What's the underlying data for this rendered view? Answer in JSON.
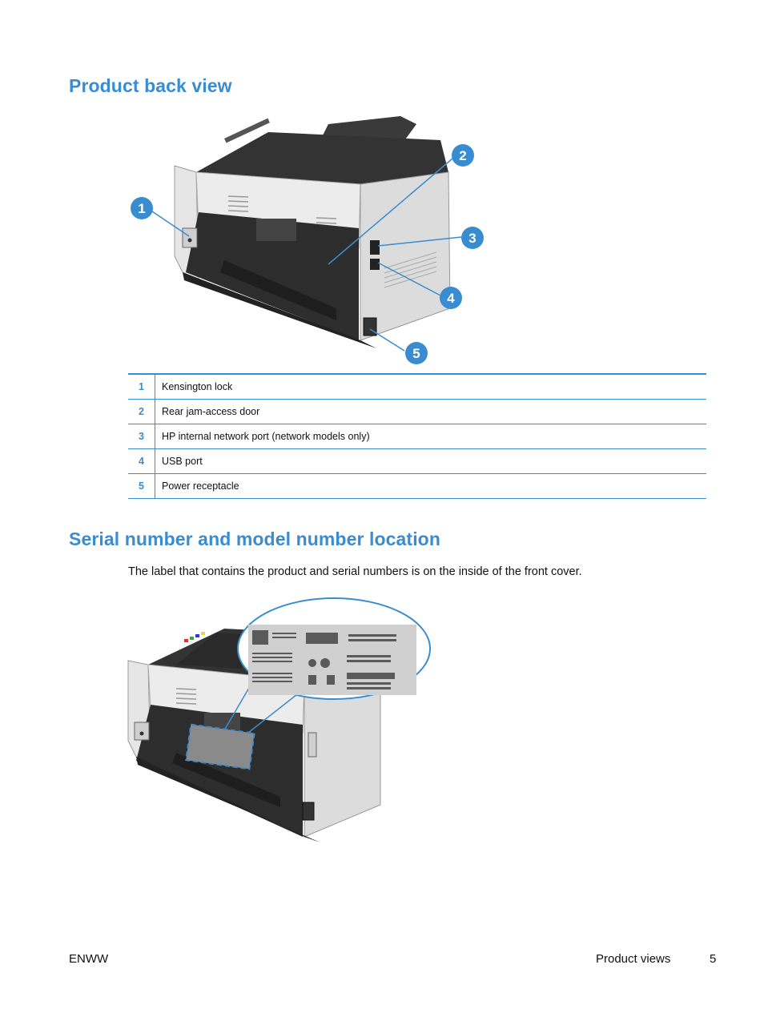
{
  "sections": {
    "back_view_title": "Product back view",
    "serial_title": "Serial number and model number location",
    "serial_paragraph": "The label that contains the product and serial numbers is on the inside of the front cover."
  },
  "back_view_callouts": [
    {
      "number": "1",
      "label": "Kensington lock"
    },
    {
      "number": "2",
      "label": "Rear jam-access door"
    },
    {
      "number": "3",
      "label": "HP internal network port (network models only)"
    },
    {
      "number": "4",
      "label": "USB port"
    },
    {
      "number": "5",
      "label": "Power receptacle"
    }
  ],
  "footer": {
    "left": "ENWW",
    "section": "Product views",
    "page": "5"
  },
  "colors": {
    "accent": "#3a8cd0",
    "printer_dark": "#2b2b2b",
    "printer_light": "#e4e4e4"
  }
}
